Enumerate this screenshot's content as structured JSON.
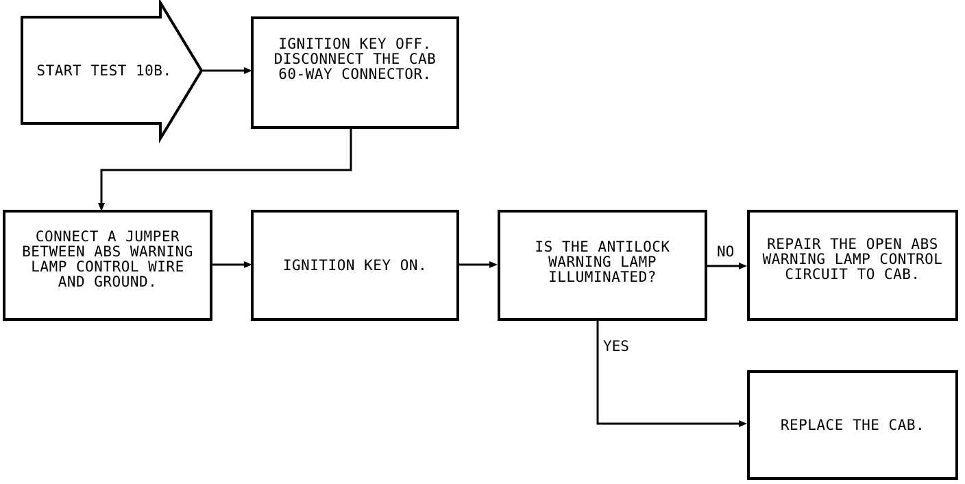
{
  "diagram": {
    "start_label": "START TEST 10B.",
    "step1": "IGNITION KEY OFF.\nDISCONNECT THE CAB\n60-WAY CONNECTOR.",
    "step2": "CONNECT A JUMPER\nBETWEEN ABS WARNING\nLAMP CONTROL WIRE\nAND GROUND.",
    "step3": "IGNITION KEY ON.",
    "decision": "IS THE ANTILOCK\nWARNING LAMP\nILLUMINATED?",
    "no_label": "NO",
    "no_result": "REPAIR THE OPEN ABS\nWARNING LAMP CONTROL\nCIRCUIT TO CAB.",
    "yes_label": "YES",
    "yes_result": "REPLACE THE CAB."
  }
}
